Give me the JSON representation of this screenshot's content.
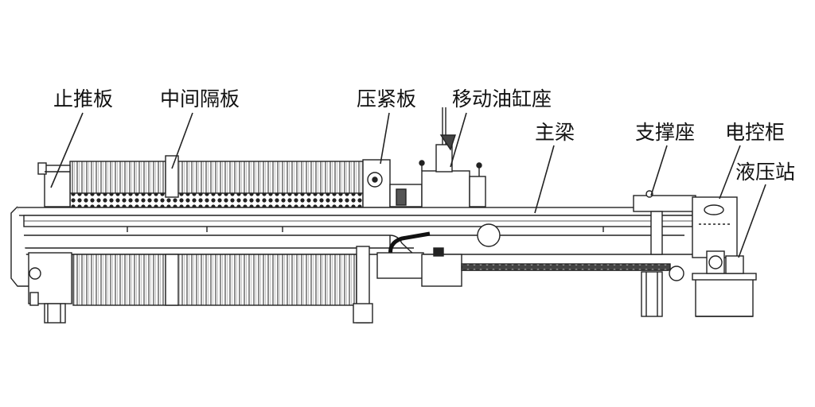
{
  "labels": {
    "stop_plate": "止推板",
    "middle_plate": "中间隔板",
    "press_plate": "压紧板",
    "cylinder_seat": "移动油缸座",
    "main_beam": "主梁",
    "support_seat": "支撑座",
    "control_cabinet": "电控柜",
    "hydraulic_station": "液压站"
  }
}
